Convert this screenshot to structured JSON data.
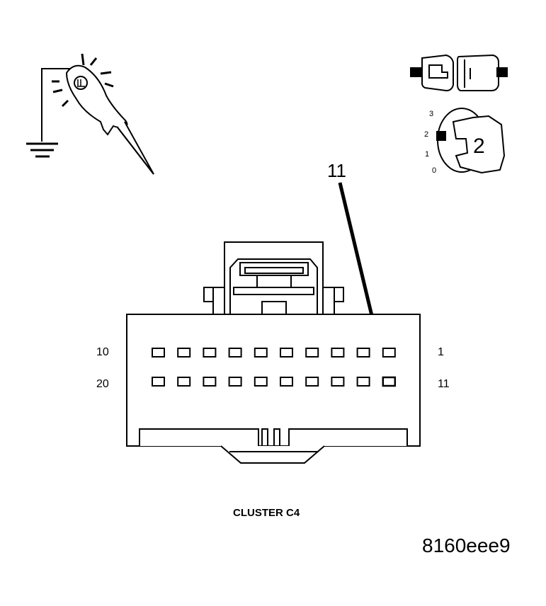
{
  "connector": {
    "name": "CLUSTER C4",
    "row1_left_label": "10",
    "row1_right_label": "1",
    "row2_left_label": "20",
    "row2_right_label": "11",
    "pin_count": 20,
    "highlighted_pin": "11"
  },
  "callout": {
    "label": "11"
  },
  "ignition_key": {
    "positions": [
      "3",
      "2",
      "1",
      "0"
    ],
    "selected_position": "2",
    "key_label": "2"
  },
  "icons": {
    "probe": "test-light-probe-to-ground-icon",
    "connector_state": "disconnected-connector-icon",
    "ignition": "ignition-key-position-icon"
  },
  "figure_id": "8160eee9"
}
